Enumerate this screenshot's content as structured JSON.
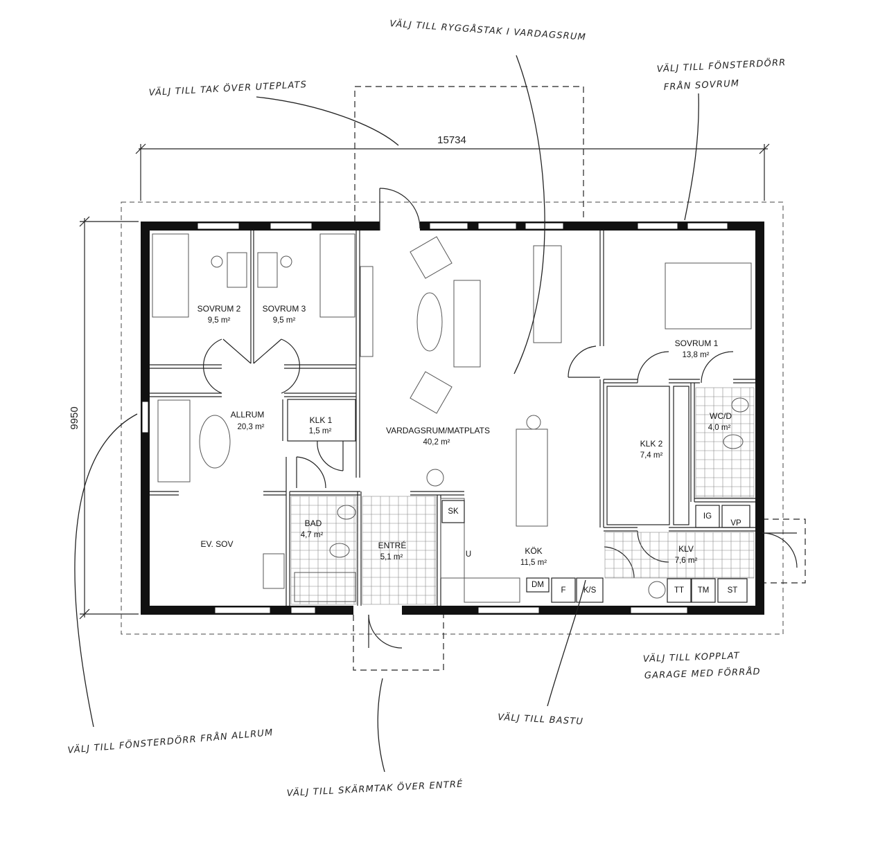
{
  "dimensions": {
    "width": "15734",
    "depth": "9950"
  },
  "rooms": {
    "sovrum2": {
      "name": "SOVRUM 2",
      "area": "9,5 m²"
    },
    "sovrum3": {
      "name": "SOVRUM 3",
      "area": "9,5 m²"
    },
    "allrum": {
      "name": "ALLRUM",
      "area": "20,3 m²"
    },
    "klk1": {
      "name": "KLK 1",
      "area": "1,5 m²"
    },
    "vardagsrum": {
      "name": "VARDAGSRUM/MATPLATS",
      "area": "40,2 m²"
    },
    "sovrum1": {
      "name": "SOVRUM 1",
      "area": "13,8 m²"
    },
    "wc": {
      "name": "WC/D",
      "area": "4,0 m²"
    },
    "klk2": {
      "name": "KLK 2",
      "area": "7,4 m²"
    },
    "bad": {
      "name": "BAD",
      "area": "4,7 m²"
    },
    "evsov": {
      "name": "EV. SOV"
    },
    "entre": {
      "name": "ENTRÉ",
      "area": "5,1 m²"
    },
    "kok": {
      "name": "KÖK",
      "area": "11,5 m²"
    },
    "klv": {
      "name": "KLV",
      "area": "7,6 m²"
    }
  },
  "fixtures": {
    "sk": "SK",
    "u": "U",
    "dm": "DM",
    "f": "F",
    "ks": "K/S",
    "ig": "IG",
    "vp": "VP",
    "tt": "TT",
    "tm": "TM",
    "st": "ST"
  },
  "annotations": {
    "ryggastak": "VÄLJ TILL RYGGÅSTAK I VARDAGSRUM",
    "tak_uteplats": "VÄLJ TILL TAK ÖVER UTEPLATS",
    "fonsterdorr_sovrum_1": "VÄLJ TILL FÖNSTERDÖRR",
    "fonsterdorr_sovrum_2": "FRÅN SOVRUM",
    "garage_1": "VÄLJ TILL KOPPLAT",
    "garage_2": "GARAGE MED FÖRRÅD",
    "bastu": "VÄLJ TILL BASTU",
    "fonsterdorr_allrum": "VÄLJ TILL FÖNSTERDÖRR FRÅN ALLRUM",
    "skarmtak": "VÄLJ TILL SKÄRMTAK ÖVER ENTRÉ"
  }
}
